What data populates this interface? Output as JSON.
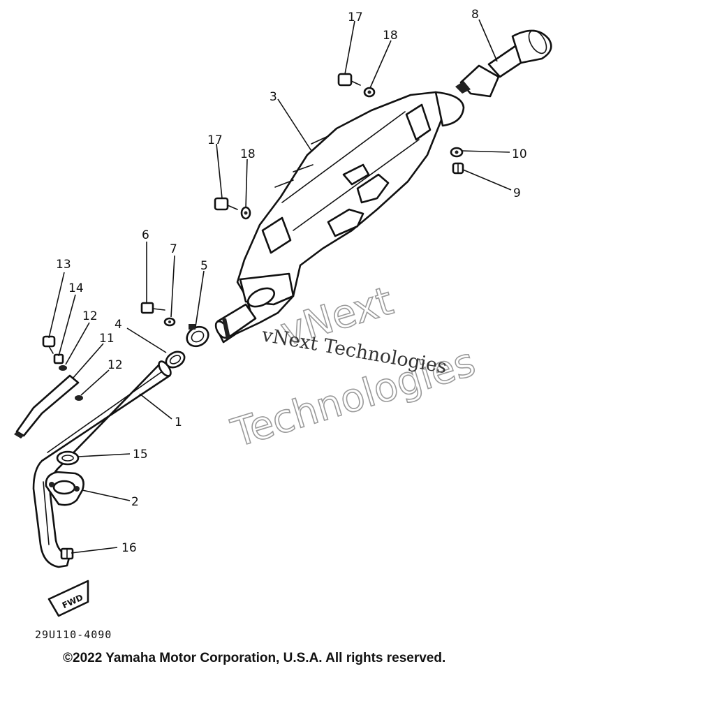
{
  "diagram": {
    "callouts": {
      "c1": "1",
      "c2": "2",
      "c3": "3",
      "c4": "4",
      "c5": "5",
      "c6": "6",
      "c7": "7",
      "c8": "8",
      "c9": "9",
      "c10": "10",
      "c11": "11",
      "c12a": "12",
      "c12b": "12",
      "c13": "13",
      "c14": "14",
      "c15": "15",
      "c16": "16",
      "c17a": "17",
      "c17b": "17",
      "c18a": "18",
      "c18b": "18"
    },
    "fwd_label": "FWD",
    "drawing_code": "29U110-4090",
    "copyright": "©2022 Yamaha Motor Corporation, U.S.A. All rights reserved."
  },
  "watermark": {
    "line_serif": "vNext Technologies",
    "line_outline_1": "vNext",
    "line_outline_2": "Technologies"
  }
}
